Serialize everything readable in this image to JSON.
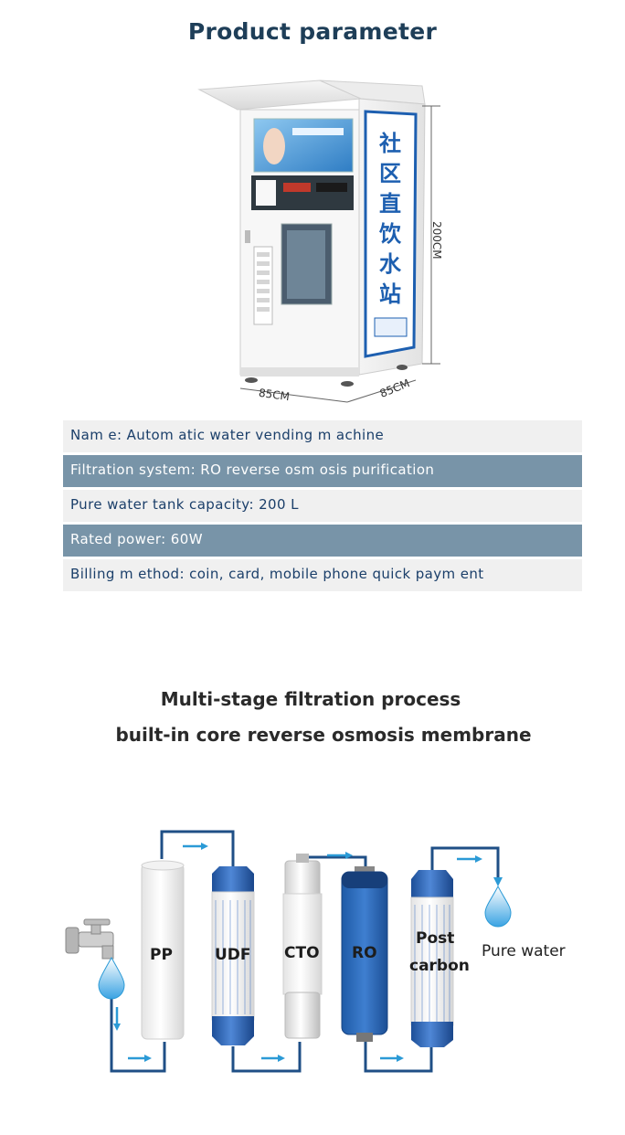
{
  "header": {
    "title": "Product parameter"
  },
  "machine": {
    "height_label": "200CM",
    "width_label": "85CM",
    "depth_label": "85CM",
    "side_panel_text": "社区直饮水站"
  },
  "specs": [
    {
      "text": "Nam e: Autom atic water vending m achine"
    },
    {
      "text": "Filtration system: RO reverse osm osis purification"
    },
    {
      "text": "Pure water tank capacity: 200 L"
    },
    {
      "text": "Rated power: 60W"
    },
    {
      "text": "Billing m ethod:  coin,  card,  mobile phone quick paym ent"
    }
  ],
  "process": {
    "title_line1": "Multi-stage filtration process",
    "title_line2": "built-in core reverse osmosis membrane",
    "stages": [
      {
        "label": "PP"
      },
      {
        "label": "UDF"
      },
      {
        "label": "CTO"
      },
      {
        "label": "RO"
      },
      {
        "label_line1": "Post",
        "label_line2": "carbon"
      }
    ],
    "output_label": "Pure water"
  },
  "colors": {
    "title": "#1e3e58",
    "row_dark": "#7894a8",
    "row_light": "#f0f0f0",
    "pipe": "#1f4f86",
    "arrow": "#2b9ad6",
    "filter_blue": "#2c63b0"
  }
}
